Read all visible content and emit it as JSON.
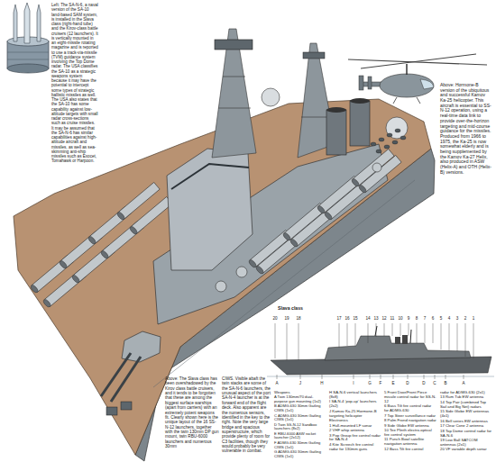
{
  "diagram": {
    "labels": [
      "Left: The SA-N-6, a naval version of the SA-10 land-based SAM system, is installed in the Slava class (right-hand tube) and the Kirov-class battle cruisers (12 launchers). It is vertically mounted in an eight-missile rotating magazine and is reported to use a track-via-missile (TVM) guidance system involving the Top Dome radar. The USA classifies the SA-10 as a strategic weapons system because it may have the potential to intercept some types of strategic ballistic missiles as well. The USA also states that the SA-10 has some capability against low-altitude targets with small radar cross-sections such as cruise missiles. It may be assumed that the SA-N-6 has similar capabilities against high-altitude aircraft and missiles, as well as sea-skimming anti-ship missiles such as Exocet, Tomahawk or Harpoon.",
      "Above: Hormone-B version of the ubiquitous and successful Kamov Ka-25 helicopter. This aircraft is essential to SS-N-12 operation, using a real-time data link to provide over-the-horizon targeting and mid-course guidance for the missiles. Produced from 1966 to 1975, the Ka-25 is now somewhat elderly and is being supplemented by the Kamov Ka-27 Helix, also produced in ASW (Helix-A) and OTH (Helix-B) versions.",
      "Above: The Slava class has been overshadowed by the Kirov class battle cruisers, and it tends to be forgotten that these are among the biggest surface warships (apart from carriers) with an extremely potent weapons fit. Clearly shown here is the unique layout of the 16 SS-N-12 launchers, together with the twin 130mm DP gun mount, twin RBU-6000 launchers and numerous 30mm",
      "CIWS. Visible abaft the twin stacks are some of the SA-N-6 launchers, the unusual aspect of the port SA-N-4 launcher is at the forward end of the flight deck. Also apparent are the numerous sensors, identified in the key to the right. Note the very large bridge and spacious superstructure, which provide plenty of room for C3 facilities, though they would probably be very vulnerable in combat.",
      "Slava class",
      "20",
      "19",
      "18",
      "17",
      "16",
      "15",
      "14",
      "13",
      "12",
      "11",
      "10",
      "9",
      "8",
      "7",
      "6",
      "5",
      "4",
      "3",
      "2",
      "1",
      "A",
      "J",
      "H",
      "I",
      "G",
      "F",
      "E",
      "D",
      "D",
      "C",
      "B",
      "A",
      "Weapons",
      "A Twin 130mm/70 dual-purpose gun mounting (1x2)",
      "B ADMG-630 30mm Gatling CIWS (1x1)",
      "C ADMG-630 30mm Gatling CIWS (1x1)",
      "D Twin SS-N-12 Sandbox launchers (8x2)",
      "E RBU-6000 ASW rocket launcher (2x12)",
      "F ADMG-630 30mm Gatling CIWS (1x1)",
      "G ADMG-630 30mm Gatling CIWS (1x1)",
      "H SA-N-6 vertical launchers (8x8)",
      "I SA-N-4 'pop-up' launchers (2x2)",
      "J Kamov Ka-25 Hormone-B targeting helicopter",
      "Electronics",
      "1 Hull-mounted LF sonar",
      "2 VHF whip antenna",
      "3 Pop Group fire control radar for SA-N-4",
      "4 Kite Screech fire control radar for 130mm guns",
      "5 Front Door/Front Piece missile control radar for SS-N-12",
      "6 Bass Tilt fire control radar for ADMG-630",
      "7 Top Steer surveillance radar",
      "8 Palm Frond navigation radar",
      "9 Side Globe EW antenna",
      "10 Tee Plinth electro-optical fire control system",
      "11 Punch Bowl satellite navigation antenna",
      "12 Bass Tilt fire control",
      "radar for ADMG-630 (2x1)",
      "13 Rum Tub EW antenna",
      "14 Top Pair (combined Top Sail and Big Net) radars",
      "15 Side Globe EW antennas (4x1)",
      "16 Bell series EW antennas",
      "17 Clear Cone 2 antenna",
      "18 Top Dome control radar for SA-N-6",
      "19 Low Ball SATCOM antennas (2x1)",
      "20 VF variable depth sonar"
    ]
  }
}
